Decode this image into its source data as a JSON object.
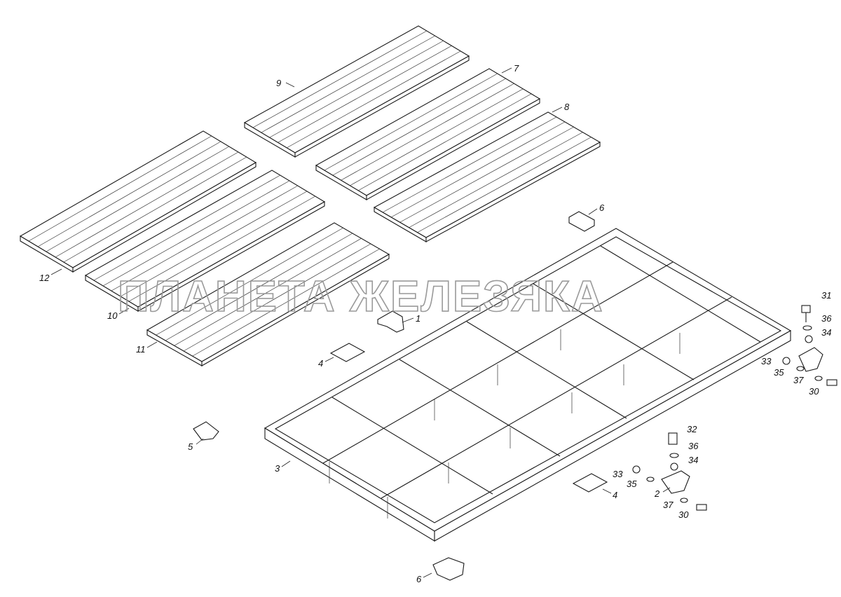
{
  "watermark": "ПЛАНЕТА ЖЕЛЕЗЯКА",
  "callouts": {
    "c1": "1",
    "c2": "2",
    "c3": "3",
    "c4a": "4",
    "c4b": "4",
    "c5": "5",
    "c6a": "6",
    "c6b": "6",
    "c7": "7",
    "c8": "8",
    "c9": "9",
    "c10": "10",
    "c11": "11",
    "c12": "12",
    "c30a": "30",
    "c30b": "30",
    "c31": "31",
    "c32": "32",
    "c33a": "33",
    "c33b": "33",
    "c34a": "34",
    "c34b": "34",
    "c35a": "35",
    "c35b": "35",
    "c36a": "36",
    "c36b": "36",
    "c37a": "37",
    "c37b": "37"
  },
  "colors": {
    "line": "#1a1a1a",
    "watermark": "#9a9a9a",
    "background": "#ffffff"
  }
}
